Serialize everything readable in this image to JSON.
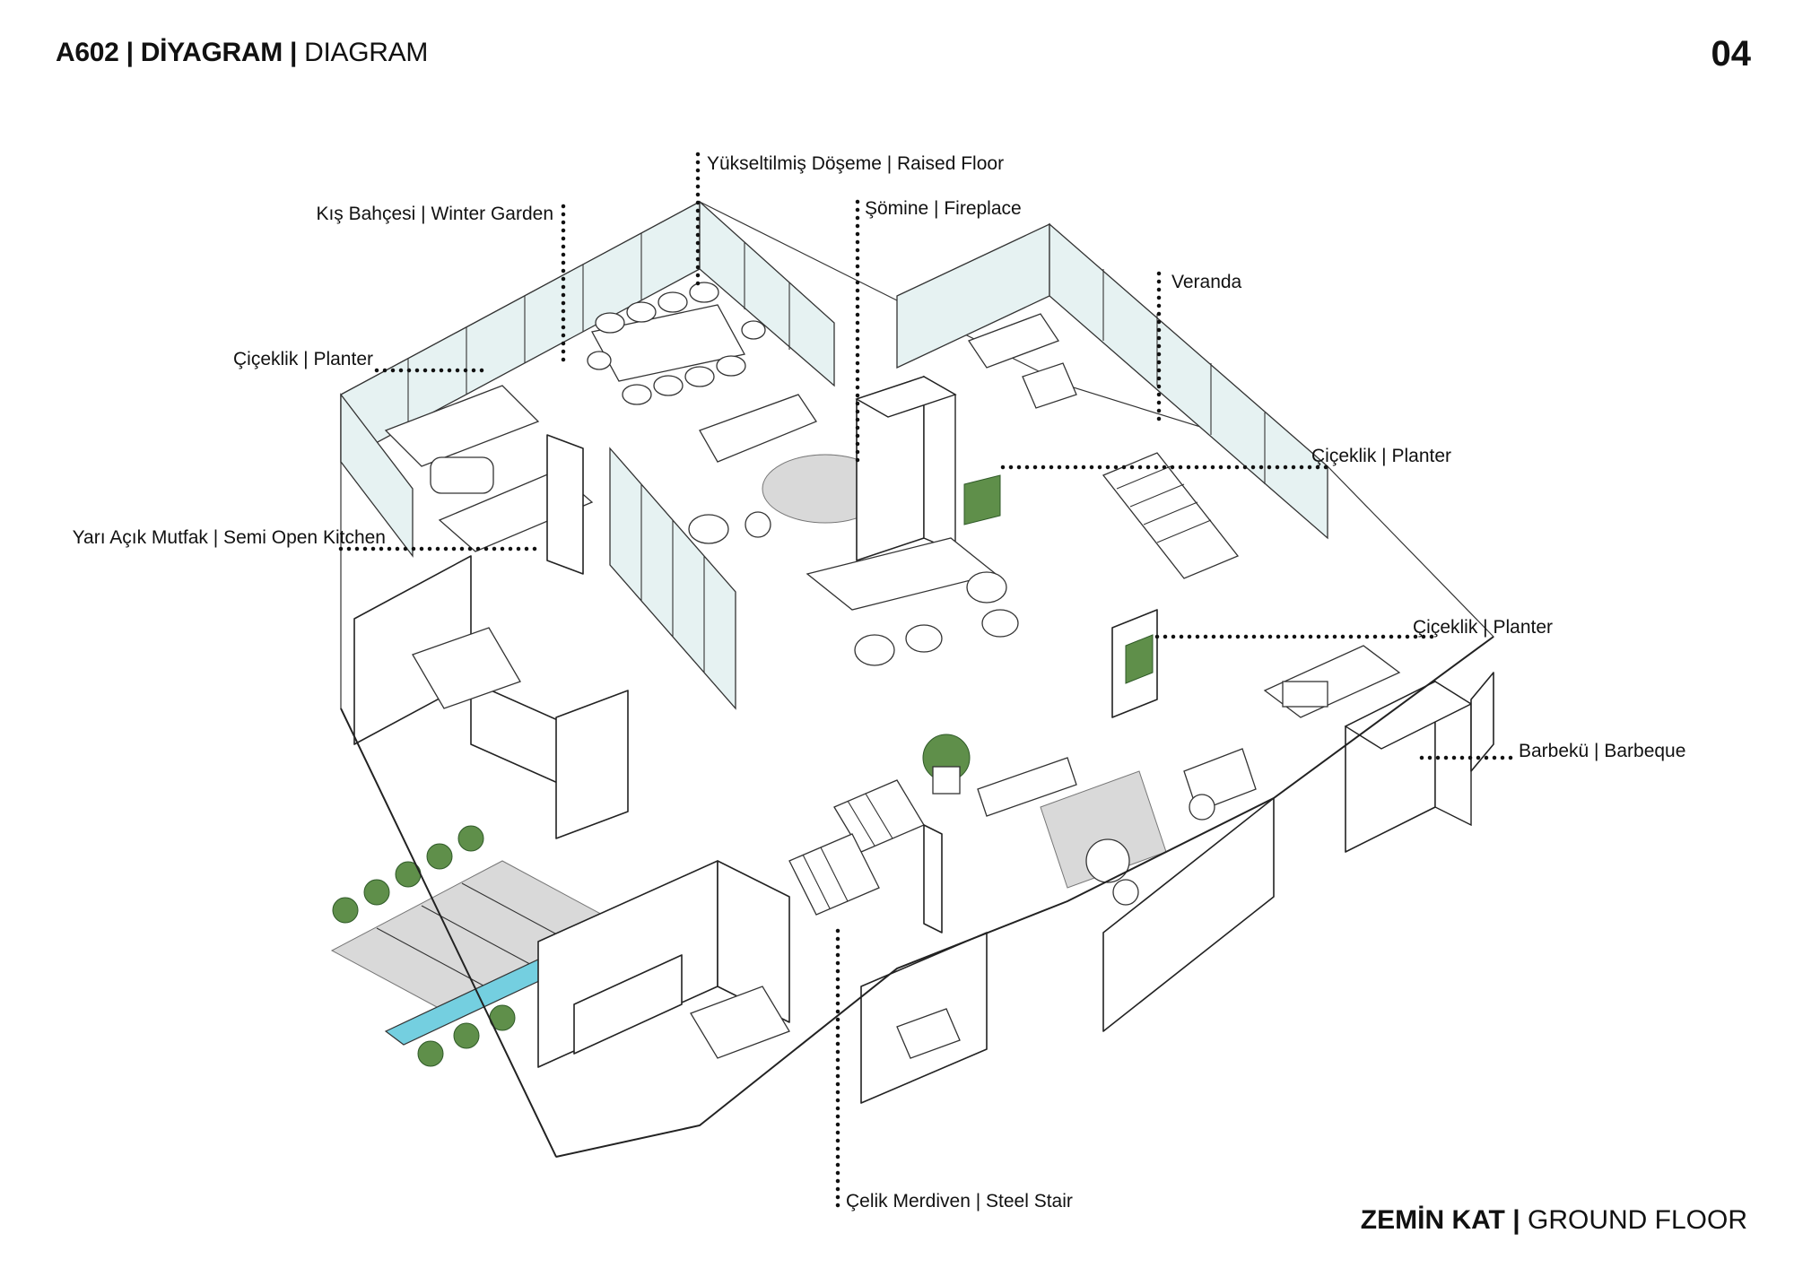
{
  "header": {
    "code": "A602",
    "title_tr": "DİYAGRAM",
    "title_en": "DIAGRAM",
    "separator": "|"
  },
  "page_number": "04",
  "floor": {
    "name_tr": "ZEMİN KAT",
    "name_en": "GROUND FLOOR"
  },
  "callouts": [
    {
      "id": "raised-floor",
      "label": "Yükseltilmiş Döşeme | Raised Floor"
    },
    {
      "id": "winter-garden",
      "label": "Kış Bahçesi | Winter Garden"
    },
    {
      "id": "fireplace",
      "label": "Şömine | Fireplace"
    },
    {
      "id": "veranda",
      "label": "Veranda"
    },
    {
      "id": "planter-left",
      "label": "Çiçeklik | Planter"
    },
    {
      "id": "planter-right-top",
      "label": "Çiçeklik | Planter"
    },
    {
      "id": "semi-open-kitchen",
      "label": "Yarı Açık Mutfak | Semi Open Kitchen"
    },
    {
      "id": "planter-right-mid",
      "label": "Çiçeklik | Planter"
    },
    {
      "id": "barbeque",
      "label": "Barbekü | Barbeque"
    },
    {
      "id": "steel-stair",
      "label": "Çelik Merdiven | Steel Stair"
    }
  ],
  "colors": {
    "ink": "#111111",
    "glass": "#e6f2f2",
    "planting": "#5f8f4a",
    "water": "#74cfe0",
    "rug": "#d9d9d9"
  }
}
